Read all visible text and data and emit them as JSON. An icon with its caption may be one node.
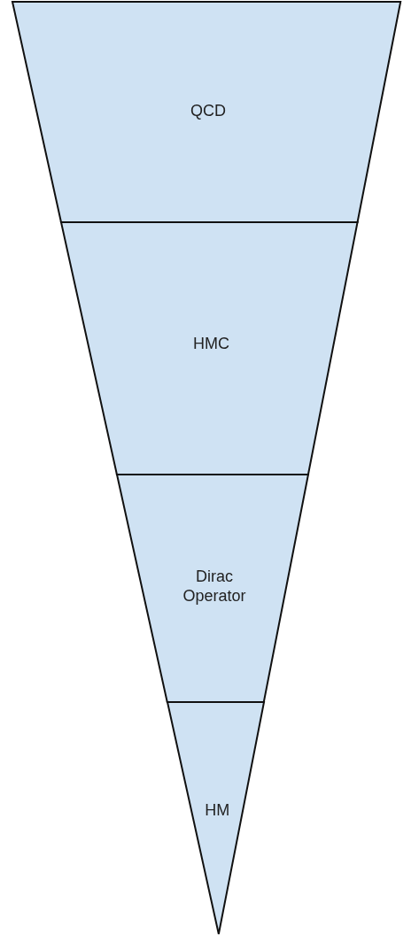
{
  "diagram": {
    "nodes": [
      {
        "text": [
          "QCD"
        ]
      },
      {
        "text": [
          "HMC"
        ]
      },
      {
        "text": [
          "Dirac Operator"
        ]
      },
      {
        "text": [
          "HM"
        ]
      }
    ]
  }
}
